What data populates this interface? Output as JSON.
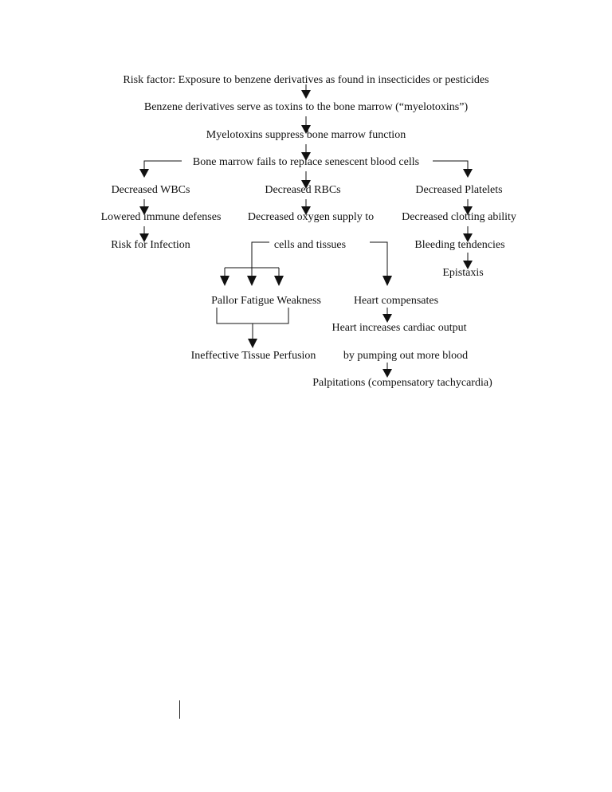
{
  "nodes": {
    "risk_factor": "Risk factor: Exposure to benzene derivatives as found in insecticides or pesticides",
    "benzene_toxins": "Benzene derivatives serve as toxins to the bone marrow (“myelotoxins”)",
    "myelotoxins_suppress": "Myelotoxins suppress bone marrow function",
    "marrow_fails": "Bone marrow fails to replace senescent blood cells",
    "decreased_wbcs": "Decreased WBCs",
    "decreased_rbcs": "Decreased RBCs",
    "decreased_platelets": "Decreased Platelets",
    "lowered_immune": "Lowered immune defenses",
    "decreased_oxygen_1": "Decreased oxygen supply to",
    "decreased_oxygen_2": "cells and tissues",
    "decreased_clotting": "Decreased clotting ability",
    "risk_infection": "Risk for Infection",
    "bleeding": "Bleeding tendencies",
    "epistaxis": "Epistaxis",
    "pallor_fatigue_weakness": "Pallor Fatigue Weakness",
    "heart_compensates": "Heart compensates",
    "heart_increases": "Heart increases cardiac output",
    "pumping_blood": "by pumping out more blood",
    "ineffective_perfusion": "Ineffective Tissue Perfusion",
    "palpitations": "Palpitations (compensatory tachycardia)"
  }
}
